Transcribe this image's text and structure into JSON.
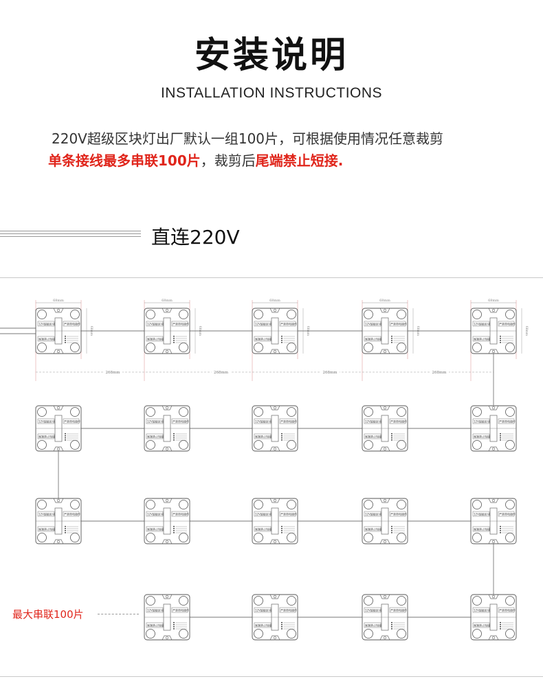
{
  "header": {
    "title": "安装说明",
    "subtitle": "INSTALLATION INSTRUCTIONS"
  },
  "description": {
    "line1": "220V超级区块灯出厂默认一组100片，可根据使用情况任意裁剪",
    "line2_red1": "单条接线最多串联100片",
    "line2_mid": "，裁剪后",
    "line2_red2": "尾端禁止短接."
  },
  "section": {
    "title": "直连220V"
  },
  "diagram": {
    "module_width_label": "68mm",
    "module_height_label": "68mm",
    "spacing_label": "268mm",
    "module_text_left_top": "12V超级区块",
    "module_text_right_top": "严禁带电操作",
    "module_text_left_bottom": "尾端禁止短接",
    "max_label": "最大串联100片"
  },
  "colors": {
    "accent_red": "#e0251b",
    "line_gray": "#999999"
  }
}
